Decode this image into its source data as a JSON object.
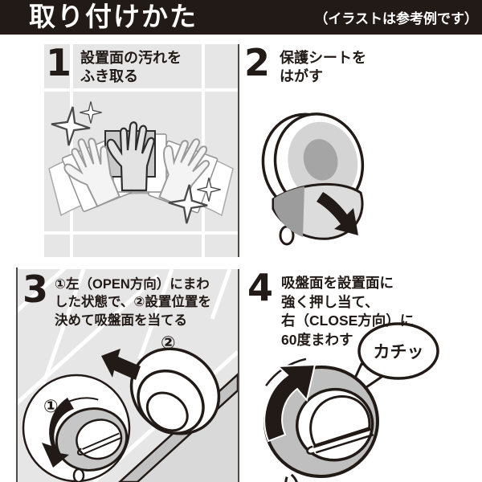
{
  "title_bar": {
    "title": "取り付けかた",
    "note": "（イラストは参考例です）"
  },
  "steps": [
    {
      "number": "1",
      "lines": [
        "設置面の汚れを",
        "ふき取る"
      ]
    },
    {
      "number": "2",
      "lines": [
        "保護シートを",
        "はがす"
      ]
    },
    {
      "number": "3",
      "lines": [
        "①左（OPEN方向）にまわ",
        "した状態で、②設置位置を",
        "決めて吸盤面を当てる"
      ]
    },
    {
      "number": "4",
      "lines": [
        "吸盤面を設置面に",
        "強く押し当て、",
        "右（CLOSE方向）に",
        "60度まわす"
      ]
    }
  ],
  "annotations": {
    "click_sound": "カチッ",
    "step3_label1": "①",
    "step3_label2": "②"
  },
  "icons": {
    "sparkle": "four-point-star",
    "peel_arrow": "thick-arrow-down-right",
    "press_arrow": "thick-arrow-up-left",
    "rotate_open_arrow": "curved-arrow-counterclockwise",
    "rotate_close_arrow": "curved-arrow-clockwise"
  },
  "colors": {
    "ink": "#221a16",
    "title_bg": "#221a16",
    "title_text": "#ffffff",
    "tile_gray": "#e6e6e6",
    "grout_white": "#ffffff",
    "cloth_gray": "#c9c9c9",
    "cup_ring_gray": "#bfbfbf",
    "cup_face_gray": "#d4d4d4",
    "cup_center_gray": "#a5a5a5",
    "sheet_dark_gray": "#9c9c9c",
    "divider_gray": "#4f4a47"
  }
}
